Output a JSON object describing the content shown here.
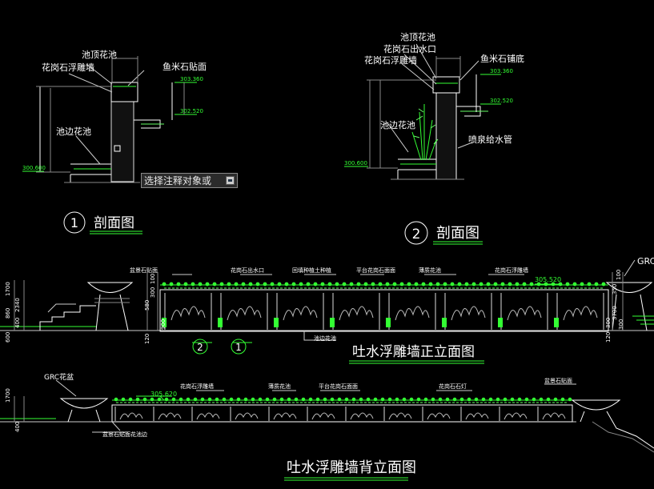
{
  "tooltip": {
    "text": "选择注释对象或"
  },
  "section1": {
    "num": "1",
    "title": "剖面图",
    "labels": {
      "top": "池顶花池",
      "stone_wall": "花岗石浮雕墙",
      "paving": "鱼米石贴面",
      "side_pool": "池边花池"
    },
    "elevations": [
      "303.360",
      "302.520",
      "300.600"
    ]
  },
  "section2": {
    "num": "2",
    "title": "剖面图",
    "labels": {
      "top": "池顶花池",
      "spout": "花岗石出水口",
      "stone_wall": "花岗石浮雕墙",
      "paving": "鱼米石铺底",
      "side_pool": "池边花池",
      "pipe": "喷泉给水管"
    },
    "elevations": [
      "303.360",
      "302.520",
      "300.600"
    ]
  },
  "front": {
    "title": "吐水浮雕墙正立面图",
    "labels": [
      "盆景石贴面",
      "花岗石出水口",
      "回填种植土种植",
      "平台花岗石面面",
      "薄质花池",
      "花岗石浮雕墙",
      "池边花池",
      "GRC"
    ],
    "elevation": "305.520",
    "dims_left": [
      "1700",
      "2340",
      "860",
      "600",
      "400"
    ],
    "dims_mid": [
      "100",
      "300",
      "580",
      "120",
      "900"
    ],
    "dims_right": [
      "350",
      "100",
      "3700",
      "300",
      "120",
      "300"
    ],
    "callouts": [
      "2",
      "1"
    ]
  },
  "back": {
    "title": "吐水浮雕墙背立面图",
    "labels": [
      "GRC花盆",
      "花岗石浮雕墙",
      "薄质花池",
      "平台花岗石面面",
      "花岗石石灯",
      "盆景石贴面",
      "盆景石贴面花池边"
    ],
    "elevation": "305.620",
    "dims_left": [
      "1700",
      "400"
    ]
  }
}
